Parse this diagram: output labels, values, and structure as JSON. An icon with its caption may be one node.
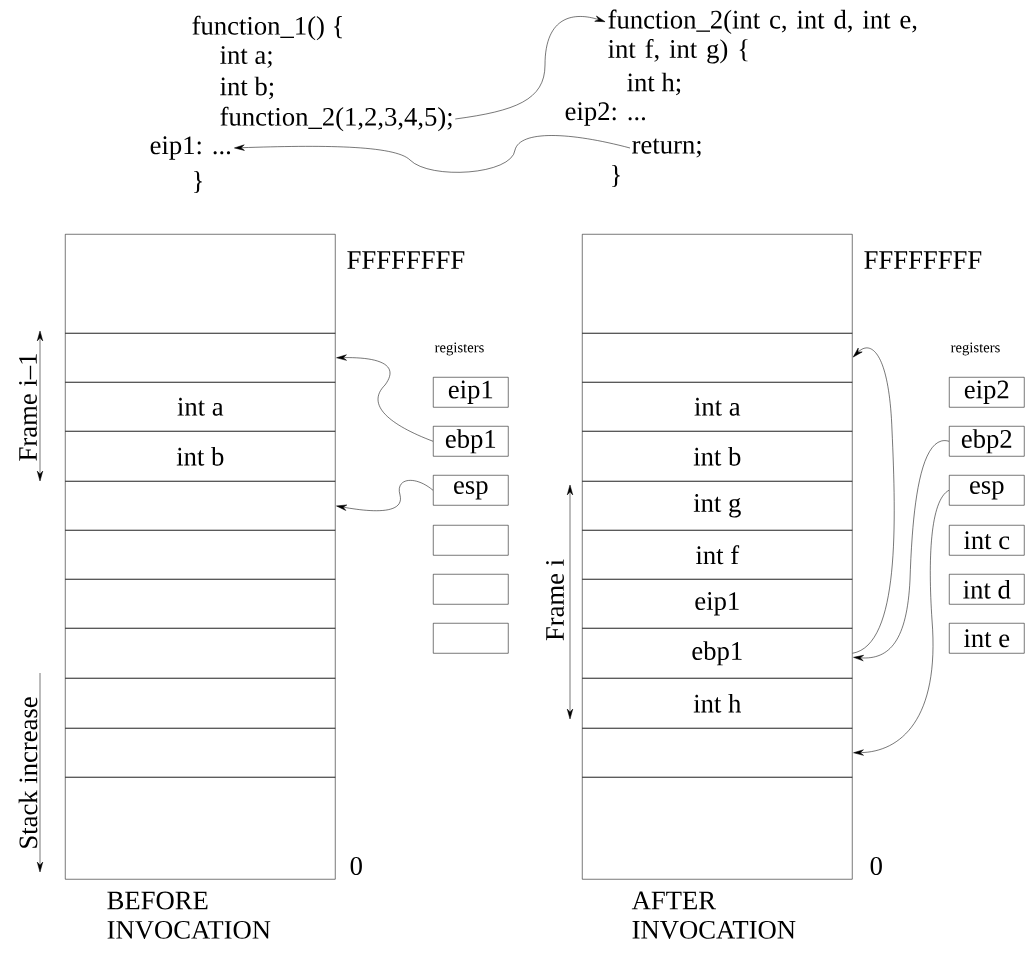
{
  "diagram": {
    "nodes": [
      {
        "text": [
          "function_2(1,2,3,4,5);"
        ]
      },
      {
        "text": [
          "eip1: ..."
        ]
      },
      {
        "text": [
          "function_2(int c, int d, int e, int f, int g) {"
        ]
      },
      {
        "text": [
          "return;"
        ]
      },
      {
        "text": [],
        "shape": "box"
      },
      {
        "text": [],
        "shape": "box"
      },
      {
        "text": [
          "int a"
        ]
      },
      {
        "text": [
          "int b"
        ]
      },
      {
        "text": [],
        "shape": "box"
      },
      {
        "text": [],
        "shape": "box"
      },
      {
        "text": [],
        "shape": "box"
      },
      {
        "text": [],
        "shape": "box"
      },
      {
        "text": [],
        "shape": "box"
      },
      {
        "text": [],
        "shape": "box"
      },
      {
        "text": [],
        "shape": "box"
      },
      {
        "text": [
          "eip1"
        ]
      },
      {
        "text": [
          "ebp1"
        ]
      },
      {
        "text": [
          "esp"
        ]
      },
      {
        "text": [],
        "shape": "box"
      },
      {
        "text": [],
        "shape": "box"
      },
      {
        "text": [],
        "shape": "box"
      },
      {
        "text": [],
        "shape": "box"
      },
      {
        "text": [],
        "shape": "box"
      },
      {
        "text": [
          "int a"
        ]
      },
      {
        "text": [
          "int b"
        ]
      },
      {
        "text": [
          "int g"
        ]
      },
      {
        "text": [
          "int f"
        ]
      },
      {
        "text": [
          "eip1"
        ]
      },
      {
        "text": [
          "ebp1"
        ]
      },
      {
        "text": [
          "int h"
        ]
      },
      {
        "text": [],
        "shape": "box"
      },
      {
        "text": [],
        "shape": "box"
      },
      {
        "text": [
          "eip2"
        ]
      },
      {
        "text": [
          "ebp2"
        ]
      },
      {
        "text": [
          "esp"
        ]
      },
      {
        "text": [
          "int c"
        ]
      },
      {
        "text": [
          "int d"
        ]
      },
      {
        "text": [
          "int e"
        ]
      }
    ],
    "edges": [
      {
        "from": 0,
        "to": 2,
        "arrow": "to"
      },
      {
        "from": 3,
        "to": 1,
        "arrow": "to"
      },
      {
        "from": 16,
        "to": 5,
        "arrow": "to"
      },
      {
        "from": 17,
        "to": 8,
        "arrow": "to"
      },
      {
        "from": 28,
        "to": 22,
        "arrow": "to"
      },
      {
        "from": 33,
        "to": 28,
        "arrow": "to"
      },
      {
        "from": 34,
        "to": 30,
        "arrow": "to"
      }
    ],
    "labels": [
      "function_1() {",
      "int a;",
      "int b;",
      "}",
      "int h;",
      "eip2: ...",
      "}",
      "FFFFFFFF",
      "registers",
      "Frame i–1",
      "0",
      "Stack increase",
      "BEFORE INVOCATION",
      "FFFFFFFF",
      "registers",
      "Frame i",
      "0",
      "AFTER INVOCATION"
    ]
  }
}
